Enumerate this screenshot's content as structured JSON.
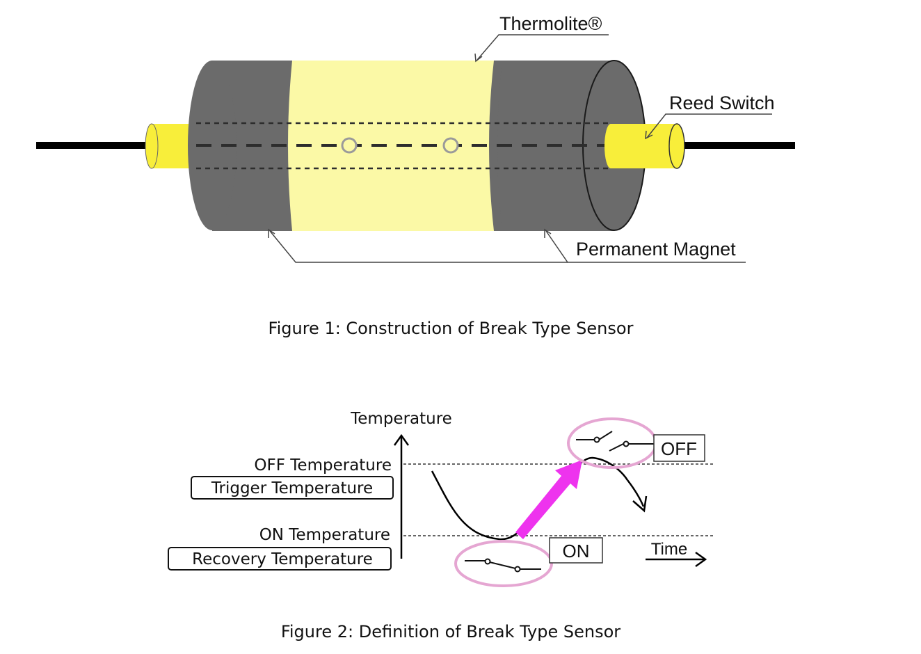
{
  "figure1": {
    "caption": "Figure 1: Construction of Break Type Sensor",
    "labels": {
      "thermolite": "Thermolite®",
      "reed_switch": "Reed Switch",
      "permanent_magnet": "Permanent Magnet"
    }
  },
  "figure2": {
    "caption": "Figure 2: Definition of Break Type Sensor",
    "y_axis_label": "Temperature",
    "x_axis_label": "Time",
    "off_temperature": "OFF Temperature",
    "trigger_temperature": "Trigger Temperature",
    "on_temperature": "ON Temperature",
    "recovery_temperature": "Recovery Temperature",
    "off_state": "OFF",
    "on_state": "ON"
  },
  "colors": {
    "magnet_gray": "#6b6b6b",
    "thermolite_yellow": "#fbf9a6",
    "reed_yellow": "#f8ee3a",
    "highlight_pink": "#e5a6d2",
    "arrow_magenta": "#ee33ee"
  }
}
